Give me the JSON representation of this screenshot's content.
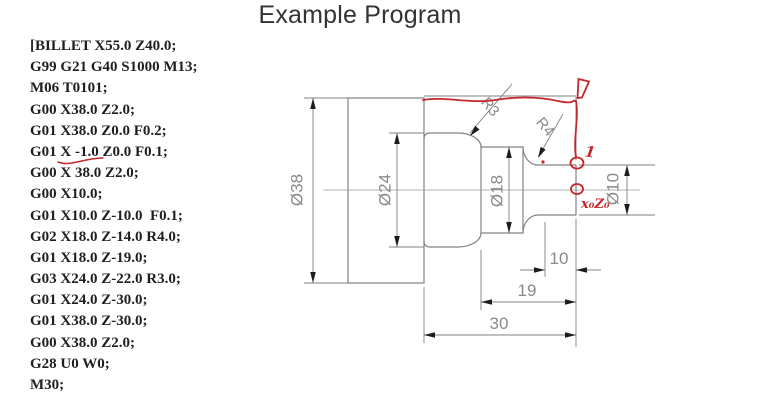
{
  "title": "Example Program",
  "program": {
    "lines": [
      "[BILLET X55.0 Z40.0;",
      "G99 G21 G40 S1000 M13;",
      "M06 T0101;",
      "G00 X38.0 Z2.0;",
      "G01 X38.0 Z0.0 F0.2;",
      "G01 X -1.0 Z0.0 F0.1;",
      "G00 X 38.0 Z2.0;",
      "G00 X10.0;",
      "G01 X10.0 Z-10.0  F0.1;",
      "G02 X18.0 Z-14.0 R4.0;",
      "G01 X18.0 Z-19.0;",
      "G03 X24.0 Z-22.0 R3.0;",
      "G01 X24.0 Z-30.0;",
      "G01 X38.0 Z-30.0;",
      "G00 X38.0 Z2.0;",
      "G28 U0 W0;",
      "M30;"
    ]
  },
  "drawing": {
    "dim_dia38": "Ø38",
    "dim_dia24": "Ø24",
    "dim_dia18": "Ø18",
    "dim_dia10": "Ø10",
    "dim_len10": "10",
    "dim_len19": "19",
    "dim_len30": "30",
    "radius_r3": "R3",
    "radius_r4": "R4",
    "ann_point1": "1",
    "ann_origin": "x₀Z₀"
  },
  "colors": {
    "red": "#c4272b",
    "line": "#828282",
    "dimtext": "#8a8a8a",
    "arrow": "#1c1c1c",
    "code": "#1f1f1f",
    "title": "#333333"
  }
}
